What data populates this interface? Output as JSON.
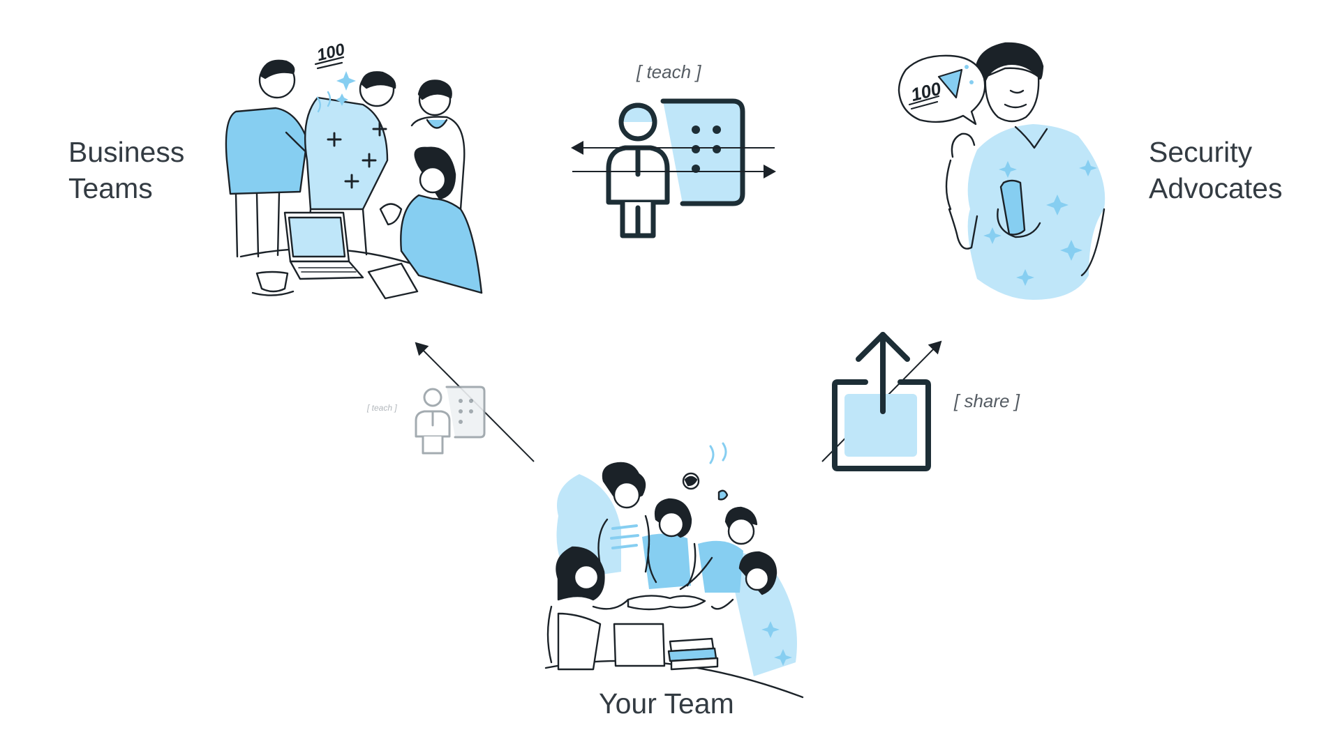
{
  "nodes": {
    "business_teams": {
      "label_line1": "Business",
      "label_line2": "Teams"
    },
    "security_advocates": {
      "label_line1": "Security",
      "label_line2": "Advocates"
    },
    "your_team": {
      "label": "Your Team"
    }
  },
  "edges": {
    "top": {
      "label": "[ teach ]"
    },
    "right": {
      "label": "[ share ]"
    },
    "left": {
      "label": "[ teach ]"
    }
  },
  "badges": {
    "hundred": "100"
  },
  "colors": {
    "ink": "#1b2228",
    "accent": "#86cef1",
    "accent_light": "#bfe6f9",
    "icon_dark": "#1d2e36",
    "faded": "#9aa2a8",
    "label": "#333b42"
  },
  "icons": {
    "teach": "teacher-board-icon",
    "share": "share-upload-icon"
  }
}
